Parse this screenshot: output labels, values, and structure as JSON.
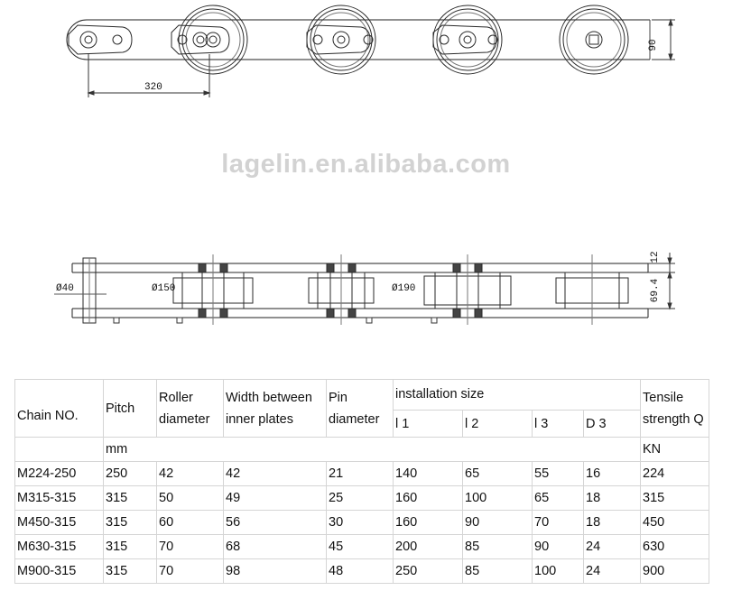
{
  "drawing": {
    "dim_pitch": "320",
    "dim_height_top": "90",
    "dim_pin_dia": "Ø40",
    "dim_roller_dia_1": "Ø150",
    "dim_roller_dia_2": "Ø190",
    "dim_height_right_1": "12",
    "dim_height_right_2": "69.4"
  },
  "watermark": "lagelin.en.alibaba.com",
  "table": {
    "headers": {
      "chain_no": "Chain NO.",
      "pitch": "Pitch",
      "roller_1": "Roller",
      "roller_2": "diameter",
      "width_1": "Width between",
      "width_2": "inner plates",
      "pin_1": "Pin",
      "pin_2": "diameter",
      "installation": "installation size",
      "l1": "l 1",
      "l2": "l 2",
      "l3": "l 3",
      "d3": "D 3",
      "tensile_1": "Tensile",
      "tensile_2": "strength Q"
    },
    "units": {
      "mm": "mm",
      "kn": "KN"
    },
    "rows": [
      [
        "M224-250",
        "250",
        "42",
        "42",
        "21",
        "140",
        "65",
        "55",
        "16",
        "224"
      ],
      [
        "M315-315",
        "315",
        "50",
        "49",
        "25",
        "160",
        "100",
        "65",
        "18",
        "315"
      ],
      [
        "M450-315",
        "315",
        "60",
        "56",
        "30",
        "160",
        "90",
        "70",
        "18",
        "450"
      ],
      [
        "M630-315",
        "315",
        "70",
        "68",
        "45",
        "200",
        "85",
        "90",
        "24",
        "630"
      ],
      [
        "M900-315",
        "315",
        "70",
        "98",
        "48",
        "250",
        "85",
        "100",
        "24",
        "900"
      ]
    ]
  }
}
